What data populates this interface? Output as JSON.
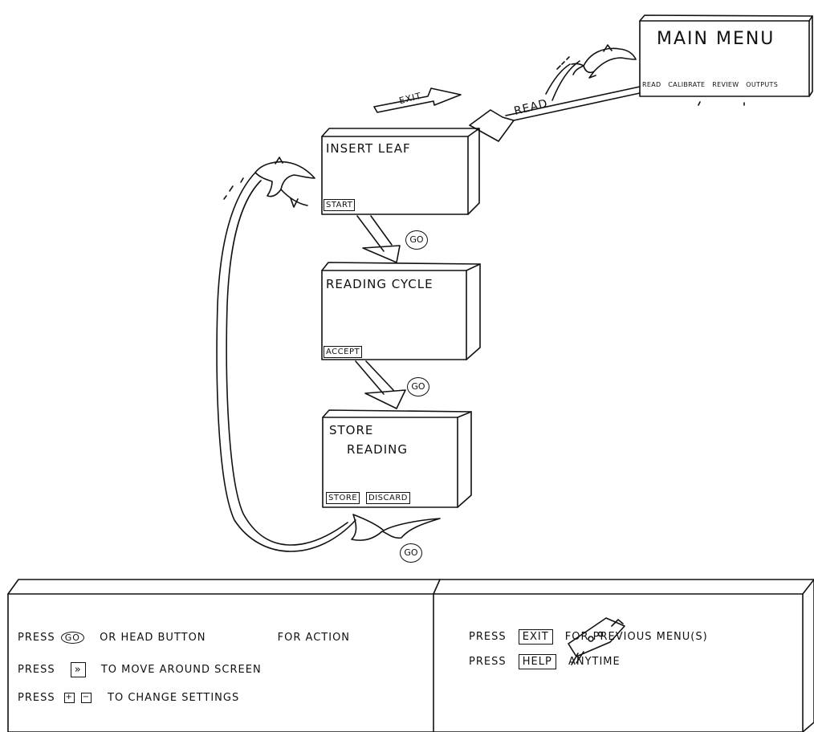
{
  "main_menu": {
    "title": "MAIN MENU",
    "options": [
      "READ",
      "CALIBRATE",
      "REVIEW",
      "OUTPUTS"
    ]
  },
  "arrows": {
    "exit_label": "EXIT",
    "read_label": "READ",
    "go_label": "GO"
  },
  "screens": [
    {
      "title": "INSERT LEAF",
      "buttons": [
        "START"
      ]
    },
    {
      "title": "READING CYCLE",
      "buttons": [
        "ACCEPT"
      ]
    },
    {
      "title_line1": "STORE",
      "title_line2": "READING",
      "buttons": [
        "STORE",
        "DISCARD"
      ]
    }
  ],
  "help_panel": {
    "left": {
      "line1_prefix": "PRESS",
      "line1_key": "GO",
      "line1_middle": "OR HEAD BUTTON",
      "line1_suffix": "FOR ACTION",
      "line2_prefix": "PRESS",
      "line2_key": "»",
      "line2_suffix": "TO MOVE AROUND SCREEN",
      "line3_prefix": "PRESS",
      "line3_key_plus": "+",
      "line3_key_minus": "−",
      "line3_suffix": "TO CHANGE SETTINGS"
    },
    "right": {
      "line1_prefix": "PRESS",
      "line1_key": "EXIT",
      "line1_suffix": "FOR PREVIOUS MENU(S)",
      "line2_prefix": "PRESS",
      "line2_key": "HELP",
      "line2_suffix": "ANYTIME"
    }
  }
}
